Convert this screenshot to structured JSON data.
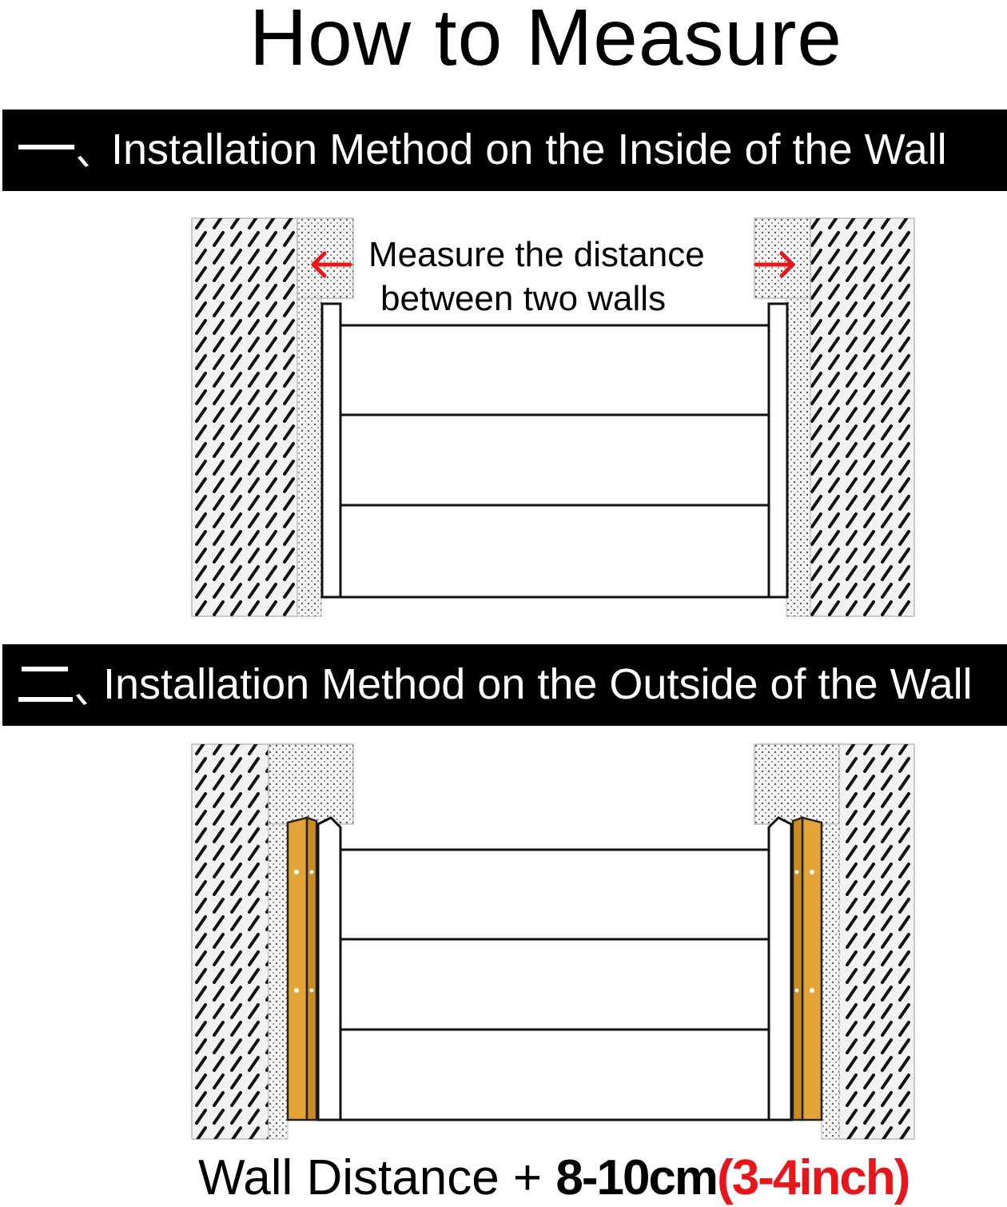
{
  "title": "How to Measure",
  "sections": [
    {
      "number": "一、",
      "label": "Installation Method on the Inside of the Wall"
    },
    {
      "number": "二、",
      "label": "Installation Method on the Outside of the Wall"
    }
  ],
  "inside_diagram": {
    "measure_line1": "Measure the distance",
    "measure_line2": "between two walls",
    "arrow_color": "#e8151b"
  },
  "outside_diagram": {
    "wood_color": "#e3a336"
  },
  "formula": {
    "prefix": "Wall Distance + ",
    "value": "8-10cm",
    "imperial": "(3-4inch)",
    "imperial_color": "#e8151b"
  }
}
